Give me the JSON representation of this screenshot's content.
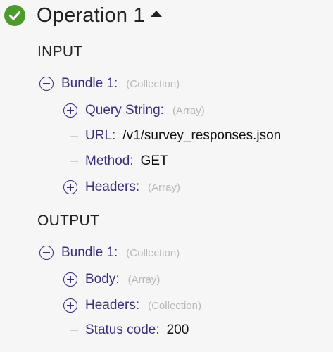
{
  "operation": {
    "title": "Operation 1",
    "status_icon": "check-circle-icon",
    "status_color": "#4e9a2f",
    "expanded": true
  },
  "input": {
    "label": "INPUT",
    "bundle": {
      "key": "Bundle 1",
      "type": "(Collection)",
      "expanded": true,
      "query_string": {
        "key": "Query String",
        "type": "(Array)"
      },
      "url": {
        "key": "URL",
        "value": "/v1/survey_responses.json"
      },
      "method": {
        "key": "Method",
        "value": "GET"
      },
      "headers": {
        "key": "Headers",
        "type": "(Array)"
      }
    }
  },
  "output": {
    "label": "OUTPUT",
    "bundle": {
      "key": "Bundle 1",
      "type": "(Collection)",
      "expanded": true,
      "body": {
        "key": "Body",
        "type": "(Array)"
      },
      "headers": {
        "key": "Headers",
        "type": "(Collection)"
      },
      "status_code": {
        "key": "Status code",
        "value": "200"
      }
    }
  },
  "colors": {
    "key_text": "#3a2f7a",
    "type_text": "#b7b7b7",
    "background": "#f6f6f6",
    "tree_lines": "#cfcfcf"
  }
}
